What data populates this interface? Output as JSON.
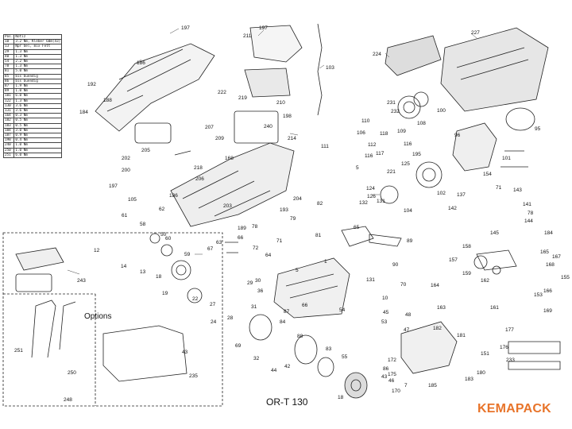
{
  "diagram": {
    "model": "OR-T 130",
    "options_label": "Options",
    "brand": "KEMAPACK",
    "brand_color": "#e8742a"
  },
  "torque_table": {
    "header": [
      "Pos.",
      "Notiz"
    ],
    "rows": [
      [
        "10",
        "3.2 Nm, Kleber 60m(43)"
      ],
      [
        "13",
        "Npr Oel, mix Fett"
      ],
      [
        "29",
        "1.3 Nm"
      ],
      [
        "40",
        "1.3 Nm"
      ],
      [
        "54",
        "2.2 Nm"
      ],
      [
        "78",
        "1.3 Nm"
      ],
      [
        "81",
        "5.0 Nm"
      ],
      [
        "85",
        "bis buendig"
      ],
      [
        "86",
        "bis buendig"
      ],
      [
        "87",
        "1.9 Nm"
      ],
      [
        "89",
        "1.0 Nm"
      ],
      [
        "101",
        "6.0 Nm"
      ],
      [
        "122",
        "1.3 Nm"
      ],
      [
        "130",
        "3.6 Nm"
      ],
      [
        "131",
        "3.6 Nm"
      ],
      [
        "164",
        "0.3 Nm"
      ],
      [
        "182",
        "0.5 Nm"
      ],
      [
        "183",
        "0.5 Nm"
      ],
      [
        "184",
        "3.0 Nm"
      ],
      [
        "187",
        "0.9 Nm"
      ],
      [
        "198",
        "0.4 Nm"
      ],
      [
        "240",
        "1.0 Nm"
      ],
      [
        "250",
        "1.0 Nm"
      ],
      [
        "251",
        "6.0 Nm"
      ]
    ]
  },
  "callouts": [
    "197",
    "186",
    "211",
    "197",
    "103",
    "227",
    "224",
    "192",
    "188",
    "184",
    "222",
    "219",
    "210",
    "198",
    "240",
    "214",
    "207",
    "209",
    "205",
    "202",
    "200",
    "218",
    "206",
    "197",
    "105",
    "168",
    "186",
    "189",
    "203",
    "193",
    "204",
    "61",
    "62",
    "58",
    "60",
    "59",
    "50",
    "67",
    "63",
    "12",
    "14",
    "13",
    "18",
    "19",
    "22",
    "66",
    "78",
    "72",
    "71",
    "79",
    "82",
    "81",
    "64",
    "1",
    "5",
    "29",
    "30",
    "31",
    "27",
    "24",
    "28",
    "36",
    "131",
    "70",
    "10",
    "66",
    "69",
    "32",
    "84",
    "87",
    "88",
    "83",
    "44",
    "42",
    "45",
    "53",
    "54",
    "86",
    "43",
    "55",
    "18",
    "46",
    "7",
    "48",
    "47",
    "182",
    "181",
    "172",
    "175",
    "170",
    "185",
    "180",
    "151",
    "183",
    "177",
    "176",
    "233",
    "231",
    "232",
    "100",
    "109",
    "108",
    "110",
    "106",
    "111",
    "112",
    "117",
    "116",
    "118",
    "5",
    "116",
    "195",
    "125",
    "124",
    "126",
    "131",
    "132",
    "104",
    "102",
    "221",
    "96",
    "95",
    "101",
    "154",
    "71",
    "143",
    "137",
    "142",
    "141",
    "78",
    "145",
    "144",
    "65",
    "89",
    "90",
    "158",
    "157",
    "159",
    "165",
    "168",
    "184",
    "167",
    "155",
    "162",
    "164",
    "163",
    "161",
    "153",
    "166",
    "169",
    "243",
    "251",
    "250",
    "248",
    "43",
    "235"
  ]
}
